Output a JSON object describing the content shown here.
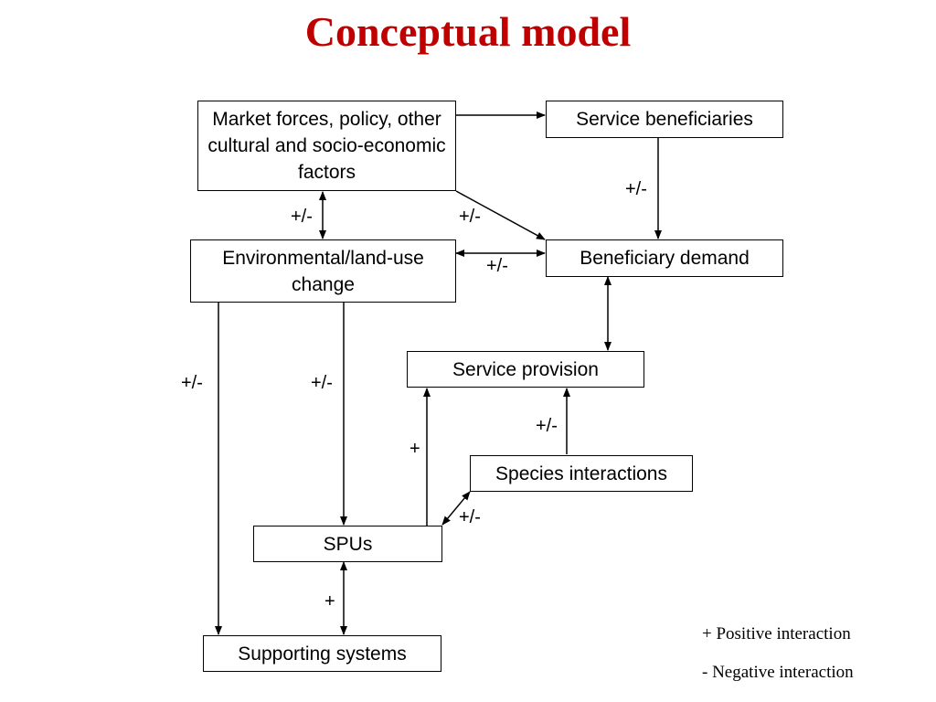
{
  "title": "Conceptual model",
  "nodes": {
    "market": "Market forces, policy, other cultural and socio-economic factors",
    "beneficiaries": "Service beneficiaries",
    "env_change": "Environmental/land-use change",
    "demand": "Beneficiary demand",
    "provision": "Service provision",
    "species": "Species interactions",
    "spus": "SPUs",
    "supporting": "Supporting systems"
  },
  "edge_labels": {
    "market_env": "+/-",
    "market_demand": "+/-",
    "beneficiaries_demand": "+/-",
    "env_demand": "+/-",
    "env_supporting": "+/-",
    "env_spus": "+/-",
    "species_provision": "+/-",
    "spus_provision": "+",
    "spus_species": "+/-",
    "spus_supporting": "+"
  },
  "legend": {
    "positive": "+ Positive interaction",
    "negative": "- Negative interaction"
  }
}
